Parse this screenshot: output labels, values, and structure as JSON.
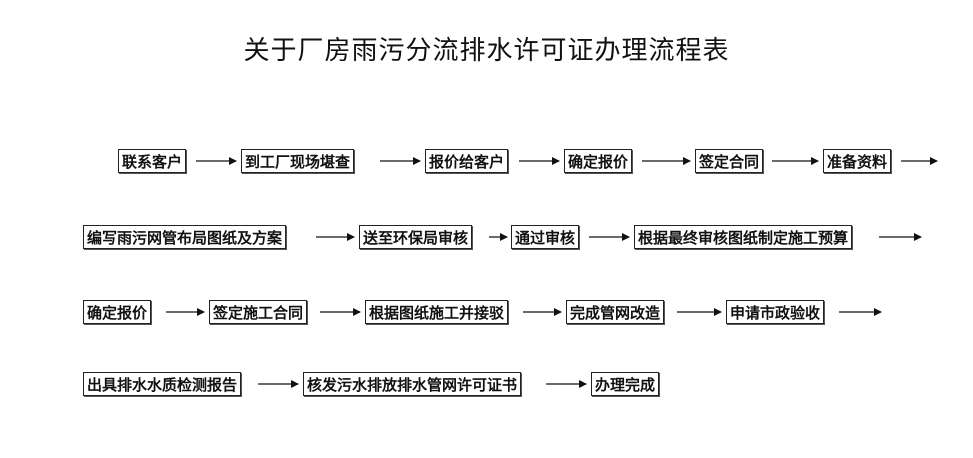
{
  "title": "关于厂房雨污分流排水许可证办理流程表",
  "rows": [
    {
      "steps": [
        "联系客户",
        "到工厂现场堪查",
        "报价给客户",
        "确定报价",
        "签定合同",
        "准备资料"
      ]
    },
    {
      "steps": [
        "编写雨污网管布局图纸及方案",
        "送至环保局审核",
        "通过审核",
        "根据最终审核图纸制定施工预算"
      ]
    },
    {
      "steps": [
        "确定报价",
        "签定施工合同",
        "根据图纸施工并接驳",
        "完成管网改造",
        "申请市政验收"
      ]
    },
    {
      "steps": [
        "出具排水水质检测报告",
        "核发污水排放排水管网许可证书",
        "办理完成"
      ]
    }
  ]
}
